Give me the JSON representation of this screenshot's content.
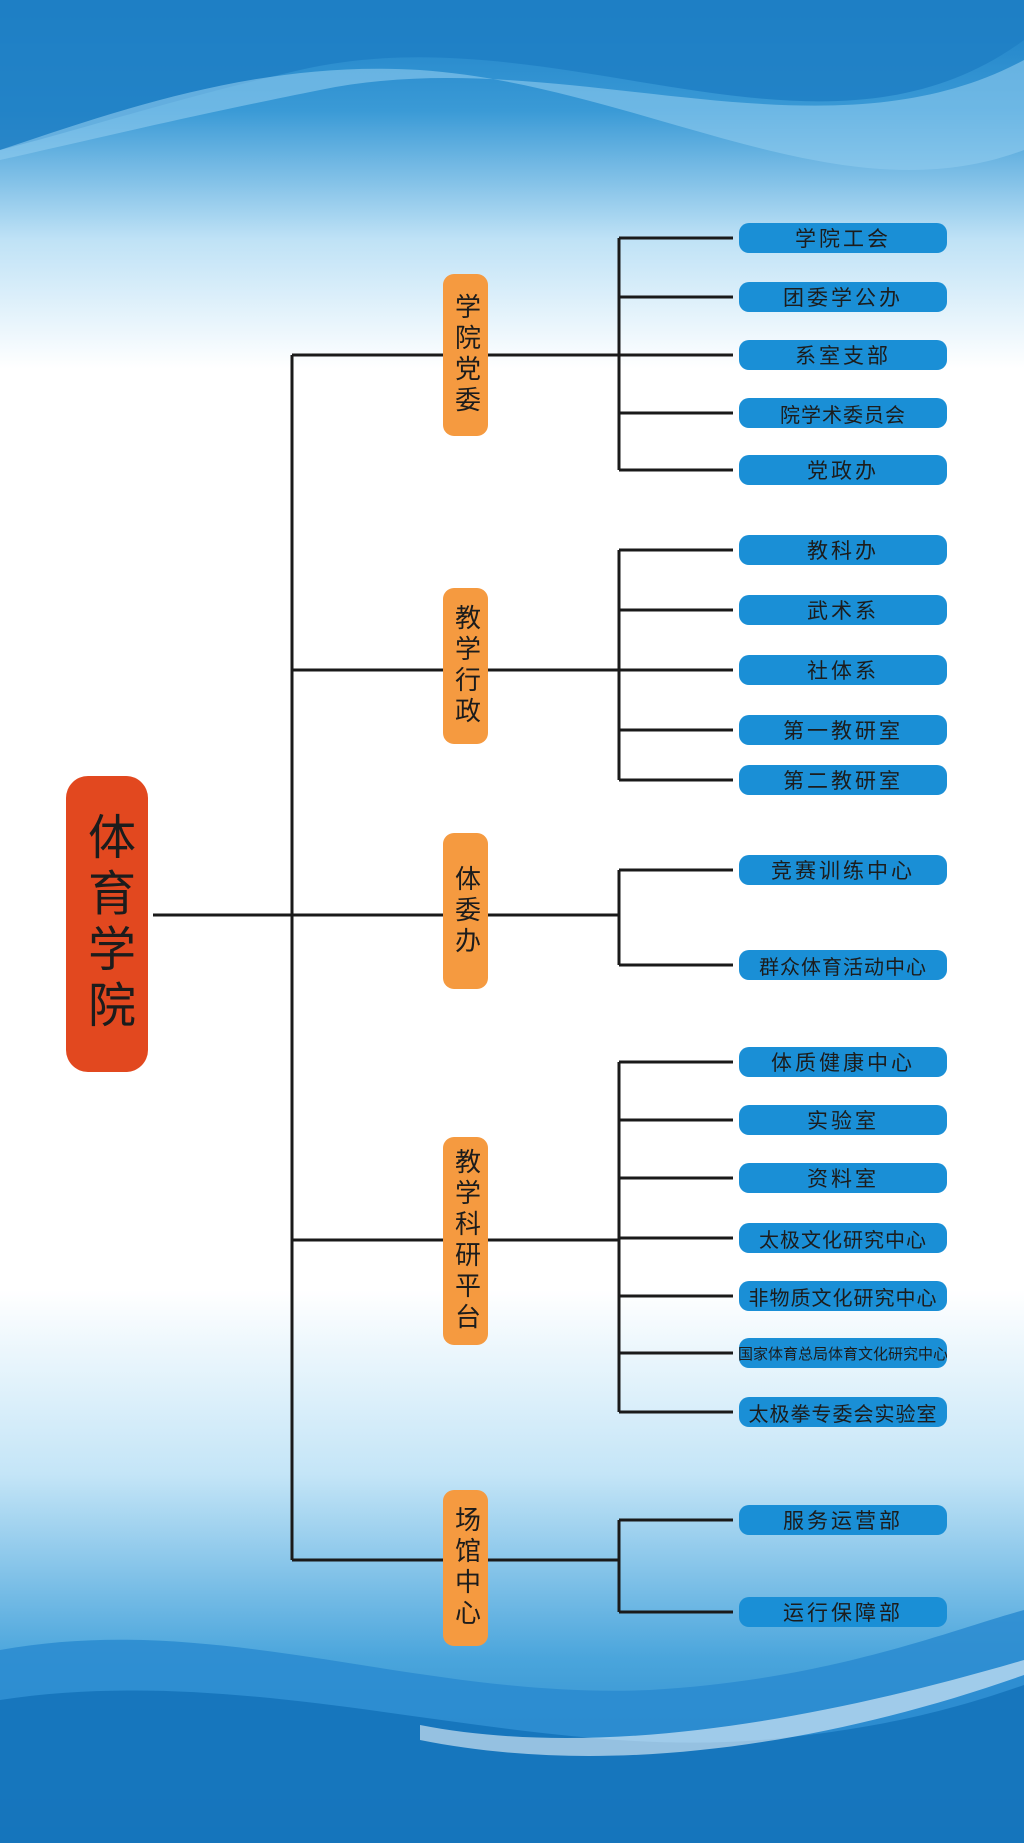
{
  "root": {
    "label": "体育学院"
  },
  "departments": [
    {
      "label": "学院党委",
      "units": [
        "学院工会",
        "团委学公办",
        "系室支部",
        "院学术委员会",
        "党政办"
      ]
    },
    {
      "label": "教学行政",
      "units": [
        "教科办",
        "武术系",
        "社体系",
        "第一教研室",
        "第二教研室"
      ]
    },
    {
      "label": "体委办",
      "units": [
        "竞赛训练中心",
        "群众体育活动中心"
      ]
    },
    {
      "label": "教学科研平台",
      "units": [
        "体质健康中心",
        "实验室",
        "资料室",
        "太极文化研究中心",
        "非物质文化研究中心",
        "国家体育总局体育文化研究中心",
        "太极拳专委会实验室"
      ]
    },
    {
      "label": "场馆中心",
      "units": [
        "服务运营部",
        "运行保障部"
      ]
    }
  ],
  "colors": {
    "root_fill": "#e2481f",
    "department_fill": "#f59a40",
    "unit_fill": "#1a8fd6",
    "connector": "#1a1a1a",
    "background_light": "#ffffff",
    "background_blue": "#1d8ad0"
  }
}
